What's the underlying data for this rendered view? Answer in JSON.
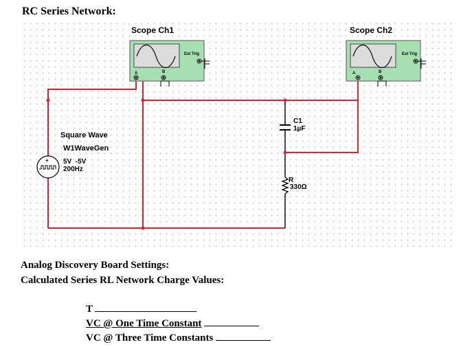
{
  "title": "RC Series Network:",
  "scope1": {
    "label": "Scope Ch1",
    "ext_trig": "Ext Trig",
    "a": "A",
    "b": "B"
  },
  "scope2": {
    "label": "Scope Ch2",
    "ext_trig": "Ext Trig",
    "a": "A",
    "b": "B"
  },
  "source": {
    "line1": "Square Wave",
    "line2": "W1WaveGen",
    "line3": "5V  -5V",
    "line4": "200Hz",
    "plus": "+"
  },
  "capacitor": {
    "name": "C1",
    "value": "1µF"
  },
  "resistor": {
    "name": "R",
    "value": "330Ω"
  },
  "settings_heading": "Analog Discovery Board Settings:",
  "calc_heading": "Calculated Series RL Network Charge Values:",
  "tau_label": "T",
  "vc_one_label": "VC  @ One Time Constant",
  "vc_three_label": "VC @ Three Time Constants",
  "colors": {
    "wire": "#e8202a",
    "scope_body": "#a6dfb0",
    "scope_screen": "#dcdcdc"
  }
}
